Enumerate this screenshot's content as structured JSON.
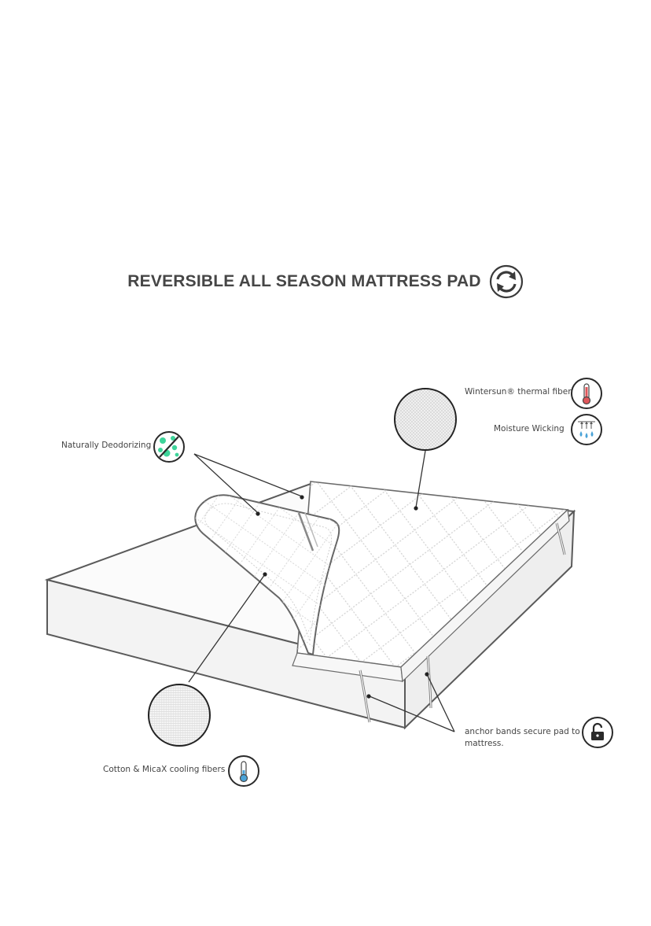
{
  "title": "REVERSIBLE ALL SEASON MATTRESS PAD",
  "labels": {
    "deodorizing": "Naturally Deodorizing",
    "wintersun": "Wintersun® thermal fiber.",
    "moisture": "Moisture Wicking",
    "anchor": "anchor bands secure pad to mattress.",
    "cotton": "Cotton & MicaX cooling fibers"
  },
  "icons": {
    "title": "reverse-arrows-icon",
    "deodorizing": "no-bacteria-icon",
    "wintersun": "thermometer-warm-icon",
    "moisture": "moisture-wicking-icon",
    "anchor": "unlocked-padlock-icon",
    "cotton": "thermometer-cool-icon"
  },
  "colors": {
    "outline": "#5a5a5a",
    "text": "#444444",
    "warm": "#e0575b",
    "cool": "#4aa3d8",
    "deodorize_green": "#3ed49a"
  }
}
